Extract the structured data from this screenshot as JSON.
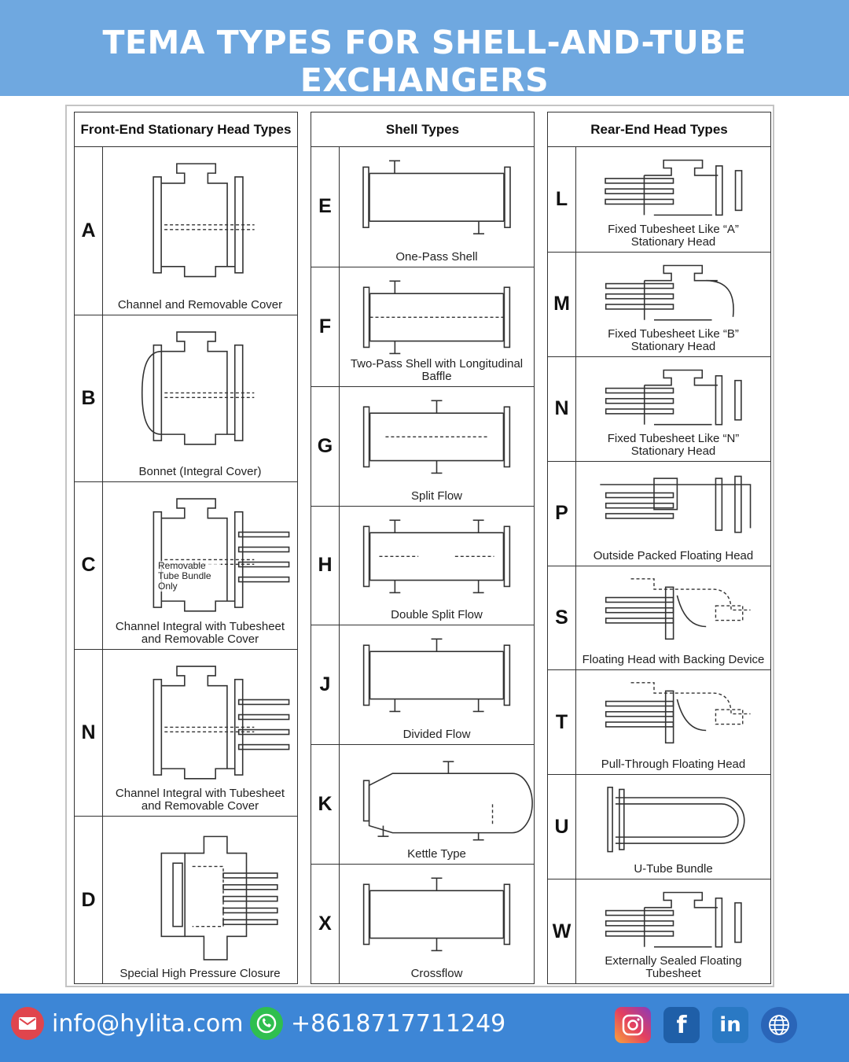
{
  "title": "TEMA TYPES FOR SHELL-AND-TUBE EXCHANGERS",
  "columns": {
    "front": {
      "header": "Front-End Stationary Head Types",
      "rows": [
        {
          "letter": "A",
          "caption": "Channel and Removable Cover",
          "note": ""
        },
        {
          "letter": "B",
          "caption": "Bonnet (Integral Cover)",
          "note": ""
        },
        {
          "letter": "C",
          "caption": "Channel Integral with Tubesheet and Removable Cover",
          "note": "Removable Tube Bundle Only"
        },
        {
          "letter": "N",
          "caption": "Channel Integral with Tubesheet and Removable Cover",
          "note": ""
        },
        {
          "letter": "D",
          "caption": "Special High Pressure Closure",
          "note": ""
        }
      ]
    },
    "shell": {
      "header": "Shell Types",
      "rows": [
        {
          "letter": "E",
          "caption": "One-Pass Shell"
        },
        {
          "letter": "F",
          "caption": "Two-Pass Shell with Longitudinal Baffle"
        },
        {
          "letter": "G",
          "caption": "Split Flow"
        },
        {
          "letter": "H",
          "caption": "Double Split Flow"
        },
        {
          "letter": "J",
          "caption": "Divided Flow"
        },
        {
          "letter": "K",
          "caption": "Kettle Type"
        },
        {
          "letter": "X",
          "caption": "Crossflow"
        }
      ]
    },
    "rear": {
      "header": "Rear-End Head Types",
      "rows": [
        {
          "letter": "L",
          "caption": "Fixed Tubesheet Like “A” Stationary Head"
        },
        {
          "letter": "M",
          "caption": "Fixed Tubesheet Like “B” Stationary Head"
        },
        {
          "letter": "N",
          "caption": "Fixed Tubesheet Like “N” Stationary Head"
        },
        {
          "letter": "P",
          "caption": "Outside Packed Floating Head"
        },
        {
          "letter": "S",
          "caption": "Floating Head with Backing Device"
        },
        {
          "letter": "T",
          "caption": "Pull-Through Floating Head"
        },
        {
          "letter": "U",
          "caption": "U-Tube Bundle"
        },
        {
          "letter": "W",
          "caption": "Externally Sealed Floating Tubesheet"
        }
      ]
    }
  },
  "footer": {
    "email": "info@hylita.com",
    "phone": "+8618717711249",
    "email_icon": "mail-icon",
    "phone_icon": "whatsapp-icon",
    "social": [
      "instagram-icon",
      "facebook-icon",
      "linkedin-icon",
      "globe-icon"
    ]
  },
  "colors": {
    "header_bar": "#6fa8e0",
    "footer_bar": "#3d86d6",
    "line": "#333333"
  }
}
